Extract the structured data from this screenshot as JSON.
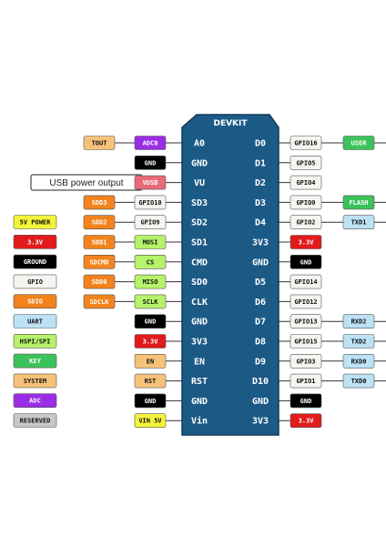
{
  "colors": {
    "board": "#1c5a86",
    "gpio": "#f4f4f0",
    "uart": "#bde1f5",
    "spi": "#b6f26a",
    "key": "#3cc25a",
    "system": "#f6c27a",
    "sdio": "#f2831d",
    "adc": "#9a2ee6",
    "red": "#e11b1b",
    "black": "#000000",
    "power5v": "#f4f43a",
    "reserved": "#c8c8c8",
    "usb": "#ea6a7a"
  },
  "board": {
    "title": "DEVKIT"
  },
  "usb_power_label": "USB power output",
  "pins": {
    "left": [
      {
        "label": "A0",
        "tags": [
          {
            "text": "TOUT",
            "color": "system"
          },
          {
            "text": "ADC0",
            "color": "adc"
          }
        ]
      },
      {
        "label": "GND",
        "tags": [
          {
            "text": "GND",
            "color": "black"
          }
        ]
      },
      {
        "label": "VU",
        "tags": [
          {
            "text": "VUSB",
            "color": "usb"
          }
        ]
      },
      {
        "label": "SD3",
        "tags": [
          {
            "text": "SDD3",
            "color": "sdio"
          },
          {
            "text": "GPIO10",
            "color": "gpio"
          }
        ]
      },
      {
        "label": "SD2",
        "tags": [
          {
            "text": "SDD2",
            "color": "sdio"
          },
          {
            "text": "GPIO9",
            "color": "gpio"
          }
        ]
      },
      {
        "label": "SD1",
        "tags": [
          {
            "text": "SDD1",
            "color": "sdio"
          },
          {
            "text": "MOSI",
            "color": "spi"
          }
        ]
      },
      {
        "label": "CMD",
        "tags": [
          {
            "text": "SDCMD",
            "color": "sdio"
          },
          {
            "text": "CS",
            "color": "spi"
          }
        ]
      },
      {
        "label": "SD0",
        "tags": [
          {
            "text": "SDD0",
            "color": "sdio"
          },
          {
            "text": "MISO",
            "color": "spi"
          }
        ]
      },
      {
        "label": "CLK",
        "tags": [
          {
            "text": "SDCLK",
            "color": "sdio"
          },
          {
            "text": "SCLK",
            "color": "spi"
          }
        ]
      },
      {
        "label": "GND",
        "tags": [
          {
            "text": "GND",
            "color": "black"
          }
        ]
      },
      {
        "label": "3V3",
        "tags": [
          {
            "text": "3.3V",
            "color": "red"
          }
        ]
      },
      {
        "label": "EN",
        "tags": [
          {
            "text": "EN",
            "color": "system"
          }
        ]
      },
      {
        "label": "RST",
        "tags": [
          {
            "text": "RST",
            "color": "system"
          }
        ]
      },
      {
        "label": "GND",
        "tags": [
          {
            "text": "GND",
            "color": "black"
          }
        ]
      },
      {
        "label": "Vin",
        "tags": [
          {
            "text": "VIN 5V",
            "color": "power5v"
          }
        ]
      }
    ],
    "right": [
      {
        "label": "D0",
        "tags": [
          {
            "text": "GPIO16",
            "color": "gpio"
          },
          {
            "text": "USER",
            "color": "key"
          }
        ]
      },
      {
        "label": "D1",
        "tags": [
          {
            "text": "GPIO5",
            "color": "gpio"
          }
        ]
      },
      {
        "label": "D2",
        "tags": [
          {
            "text": "GPIO4",
            "color": "gpio"
          }
        ]
      },
      {
        "label": "D3",
        "tags": [
          {
            "text": "GPIO0",
            "color": "gpio"
          },
          {
            "text": "FLASH",
            "color": "key"
          }
        ]
      },
      {
        "label": "D4",
        "tags": [
          {
            "text": "GPIO2",
            "color": "gpio"
          },
          {
            "text": "TXD1",
            "color": "uart"
          }
        ]
      },
      {
        "label": "3V3",
        "tags": [
          {
            "text": "3.3V",
            "color": "red"
          }
        ]
      },
      {
        "label": "GND",
        "tags": [
          {
            "text": "GND",
            "color": "black"
          }
        ]
      },
      {
        "label": "D5",
        "tags": [
          {
            "text": "GPIO14",
            "color": "gpio"
          }
        ]
      },
      {
        "label": "D6",
        "tags": [
          {
            "text": "GPIO12",
            "color": "gpio"
          }
        ]
      },
      {
        "label": "D7",
        "tags": [
          {
            "text": "GPIO13",
            "color": "gpio"
          },
          {
            "text": "RXD2",
            "color": "uart"
          }
        ]
      },
      {
        "label": "D8",
        "tags": [
          {
            "text": "GPIO15",
            "color": "gpio"
          },
          {
            "text": "TXD2",
            "color": "uart"
          }
        ]
      },
      {
        "label": "D9",
        "tags": [
          {
            "text": "GPIO3",
            "color": "gpio"
          },
          {
            "text": "RXD0",
            "color": "uart"
          }
        ]
      },
      {
        "label": "D10",
        "tags": [
          {
            "text": "GPIO1",
            "color": "gpio"
          },
          {
            "text": "TXD0",
            "color": "uart"
          }
        ]
      },
      {
        "label": "GND",
        "tags": [
          {
            "text": "GND",
            "color": "black"
          }
        ]
      },
      {
        "label": "3V3",
        "tags": [
          {
            "text": "3.3V",
            "color": "red"
          }
        ]
      }
    ]
  },
  "legend": [
    {
      "text": "5V POWER",
      "color": "power5v"
    },
    {
      "text": "3.3V",
      "color": "red"
    },
    {
      "text": "GROUND",
      "color": "black"
    },
    {
      "text": "GPIO",
      "color": "gpio"
    },
    {
      "text": "SDIO",
      "color": "sdio"
    },
    {
      "text": "UART",
      "color": "uart"
    },
    {
      "text": "HSPI/SPI",
      "color": "spi"
    },
    {
      "text": "KEY",
      "color": "key"
    },
    {
      "text": "SYSTEM",
      "color": "system"
    },
    {
      "text": "ADC",
      "color": "adc"
    },
    {
      "text": "RESERVED",
      "color": "reserved"
    }
  ]
}
